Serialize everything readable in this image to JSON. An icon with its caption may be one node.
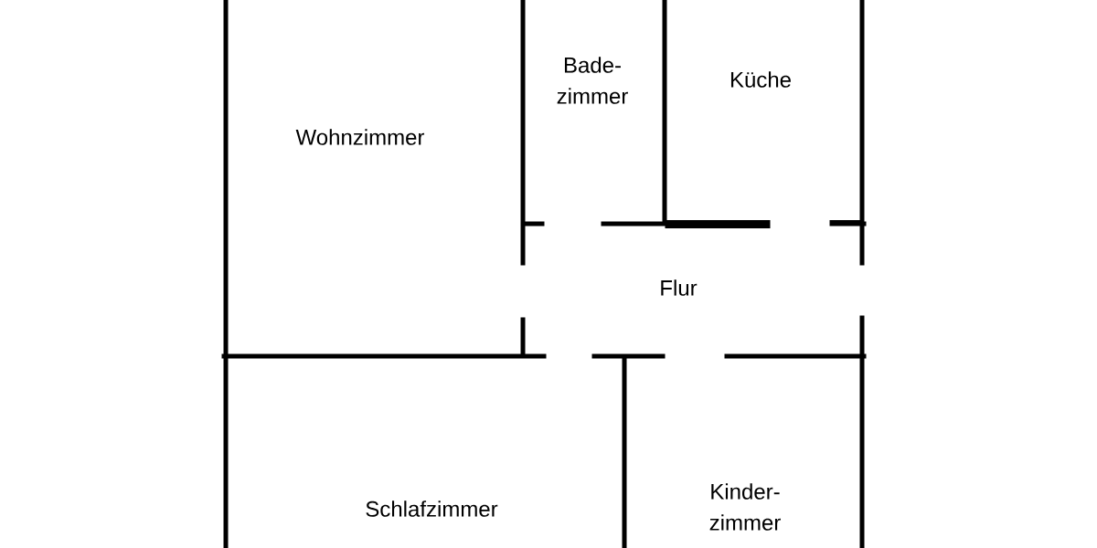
{
  "diagram": {
    "labels": [
      "Bade- zimmer",
      "Küche",
      "Wohnzimmer",
      "Flur",
      "Schlafzimmer",
      "Kinder- zimmer"
    ]
  }
}
